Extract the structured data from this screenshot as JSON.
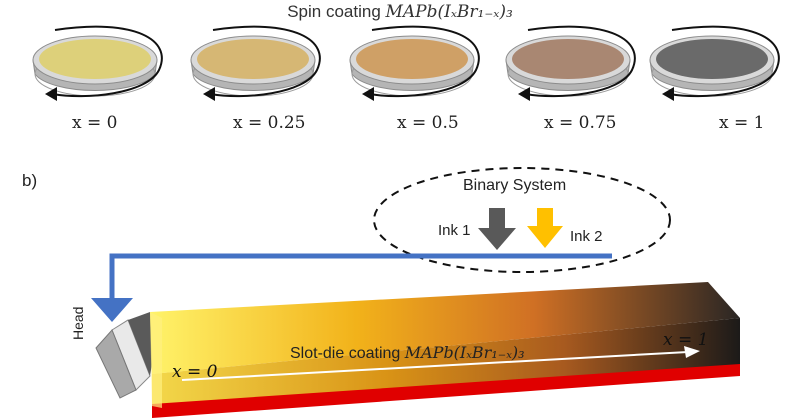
{
  "panel_a": {
    "title_prefix": "Spin coating ",
    "title_formula": "MAPb(IₓBr₁₋ₓ)₃",
    "dishes": [
      {
        "label": "x = 0",
        "color": "#ddd07a"
      },
      {
        "label": "x = 0.25",
        "color": "#d6b774"
      },
      {
        "label": "x = 0.5",
        "color": "#cfa066"
      },
      {
        "label": "x = 0.75",
        "color": "#a98772"
      },
      {
        "label": "x = 1",
        "color": "#6a6a6a"
      }
    ]
  },
  "panel_b": {
    "label": "b)",
    "binary_system": "Binary System",
    "ink1": "Ink 1",
    "ink2": "Ink 2",
    "head": "Head",
    "slot_prefix": "Slot-die coating ",
    "slot_formula": "MAPb(IₓBr₁₋ₓ)₃",
    "x_start": "x = 0",
    "x_end": "x = 1",
    "colors": {
      "pipe": "#4472c4",
      "ink1": "#595959",
      "ink2": "#ffc000",
      "substrate_edge": "#e00000"
    }
  }
}
